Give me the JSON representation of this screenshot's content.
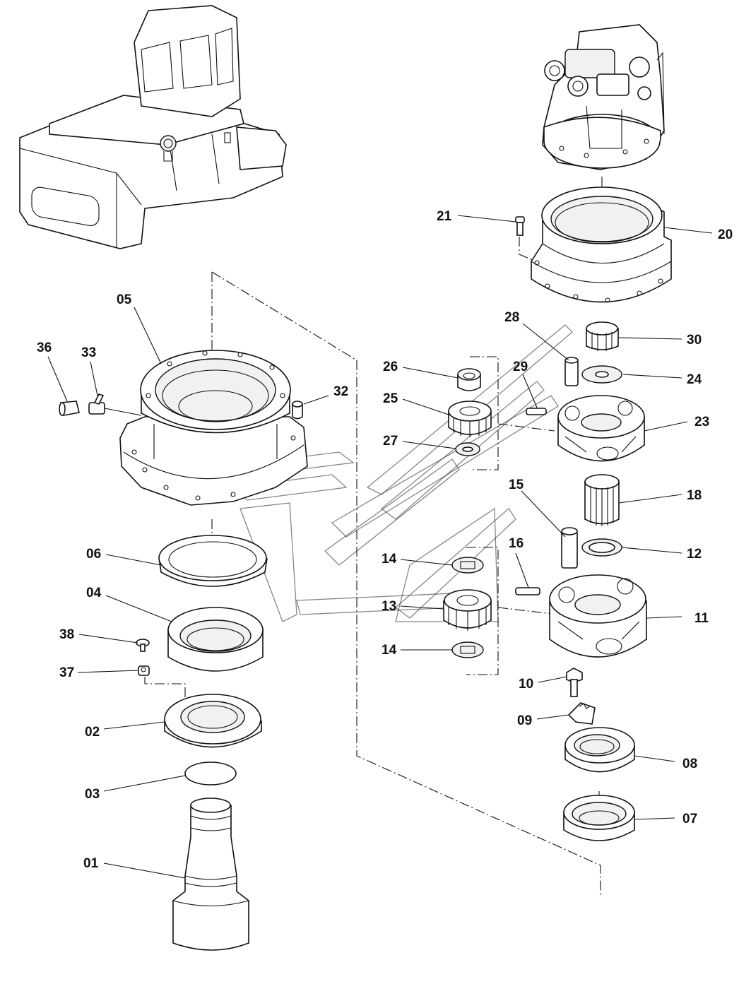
{
  "diagram": {
    "callouts": [
      {
        "id": "01",
        "label": "01"
      },
      {
        "id": "02",
        "label": "02"
      },
      {
        "id": "03",
        "label": "03"
      },
      {
        "id": "04",
        "label": "04"
      },
      {
        "id": "05",
        "label": "05"
      },
      {
        "id": "06",
        "label": "06"
      },
      {
        "id": "07",
        "label": "07"
      },
      {
        "id": "08",
        "label": "08"
      },
      {
        "id": "09",
        "label": "09"
      },
      {
        "id": "10",
        "label": "10"
      },
      {
        "id": "11",
        "label": "11"
      },
      {
        "id": "12",
        "label": "12"
      },
      {
        "id": "13",
        "label": "13"
      },
      {
        "id": "14a",
        "label": "14"
      },
      {
        "id": "14b",
        "label": "14"
      },
      {
        "id": "15",
        "label": "15"
      },
      {
        "id": "16",
        "label": "16"
      },
      {
        "id": "18",
        "label": "18"
      },
      {
        "id": "20",
        "label": "20"
      },
      {
        "id": "21",
        "label": "21"
      },
      {
        "id": "23",
        "label": "23"
      },
      {
        "id": "24",
        "label": "24"
      },
      {
        "id": "25",
        "label": "25"
      },
      {
        "id": "26",
        "label": "26"
      },
      {
        "id": "27",
        "label": "27"
      },
      {
        "id": "28",
        "label": "28"
      },
      {
        "id": "29",
        "label": "29"
      },
      {
        "id": "30",
        "label": "30"
      },
      {
        "id": "32",
        "label": "32"
      },
      {
        "id": "33",
        "label": "33"
      },
      {
        "id": "36",
        "label": "36"
      },
      {
        "id": "37",
        "label": "37"
      },
      {
        "id": "38",
        "label": "38"
      }
    ]
  }
}
